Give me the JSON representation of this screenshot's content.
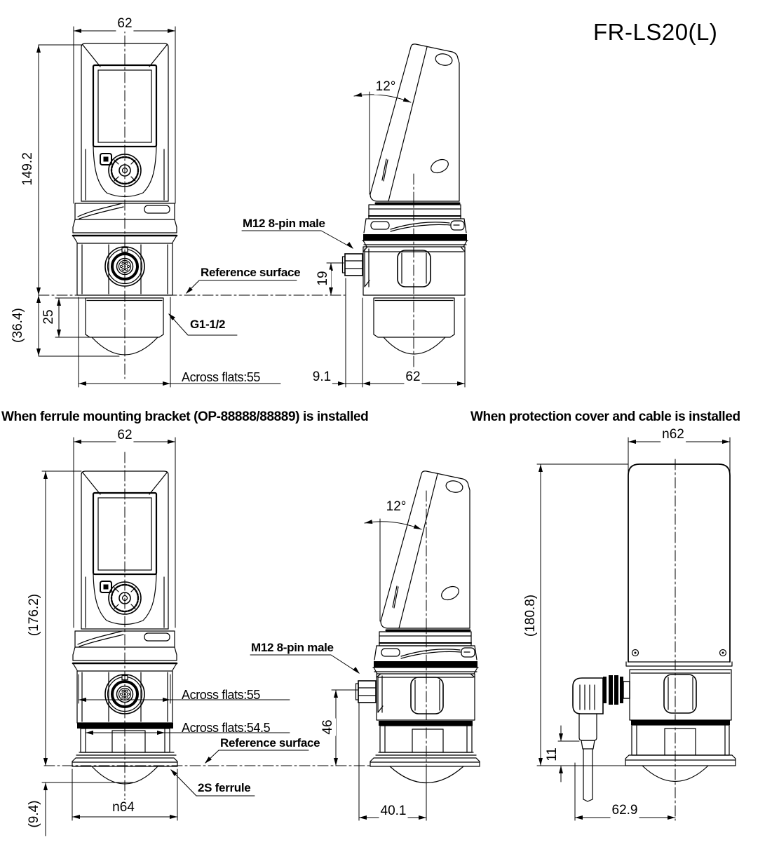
{
  "title": "FR-LS20(L)",
  "captions": {
    "ferrule_bracket": "When ferrule mounting bracket (OP-88888/88889) is installed",
    "protection_cover": "When protection cover and cable is installed"
  },
  "top_front": {
    "width": "62",
    "height": "149.2",
    "lens_section": "(36.4)",
    "thread_length": "25",
    "reference_surface": "Reference surface",
    "thread_spec": "G1-1/2",
    "across_flats": "Across flats:55"
  },
  "top_side": {
    "tilt_angle": "12°",
    "connector": "M12 8-pin male",
    "connector_height": "19",
    "connector_offset": "9.1",
    "width": "62"
  },
  "bottom_front": {
    "width": "62",
    "height": "(176.2)",
    "across_flats_upper": "Across flats:55",
    "across_flats_lower": "Across flats:54.5",
    "reference_surface": "Reference surface",
    "ferrule_type": "2S ferrule",
    "ferrule_diameter": "n64",
    "lens_protrusion": "(9.4)"
  },
  "bottom_side": {
    "tilt_angle": "12°",
    "connector": "M12 8-pin male",
    "connector_height": "46",
    "connector_offset": "40.1"
  },
  "cover_view": {
    "width": "n62",
    "height": "(180.8)",
    "cable_step": "11",
    "cable_offset": "62.9"
  }
}
